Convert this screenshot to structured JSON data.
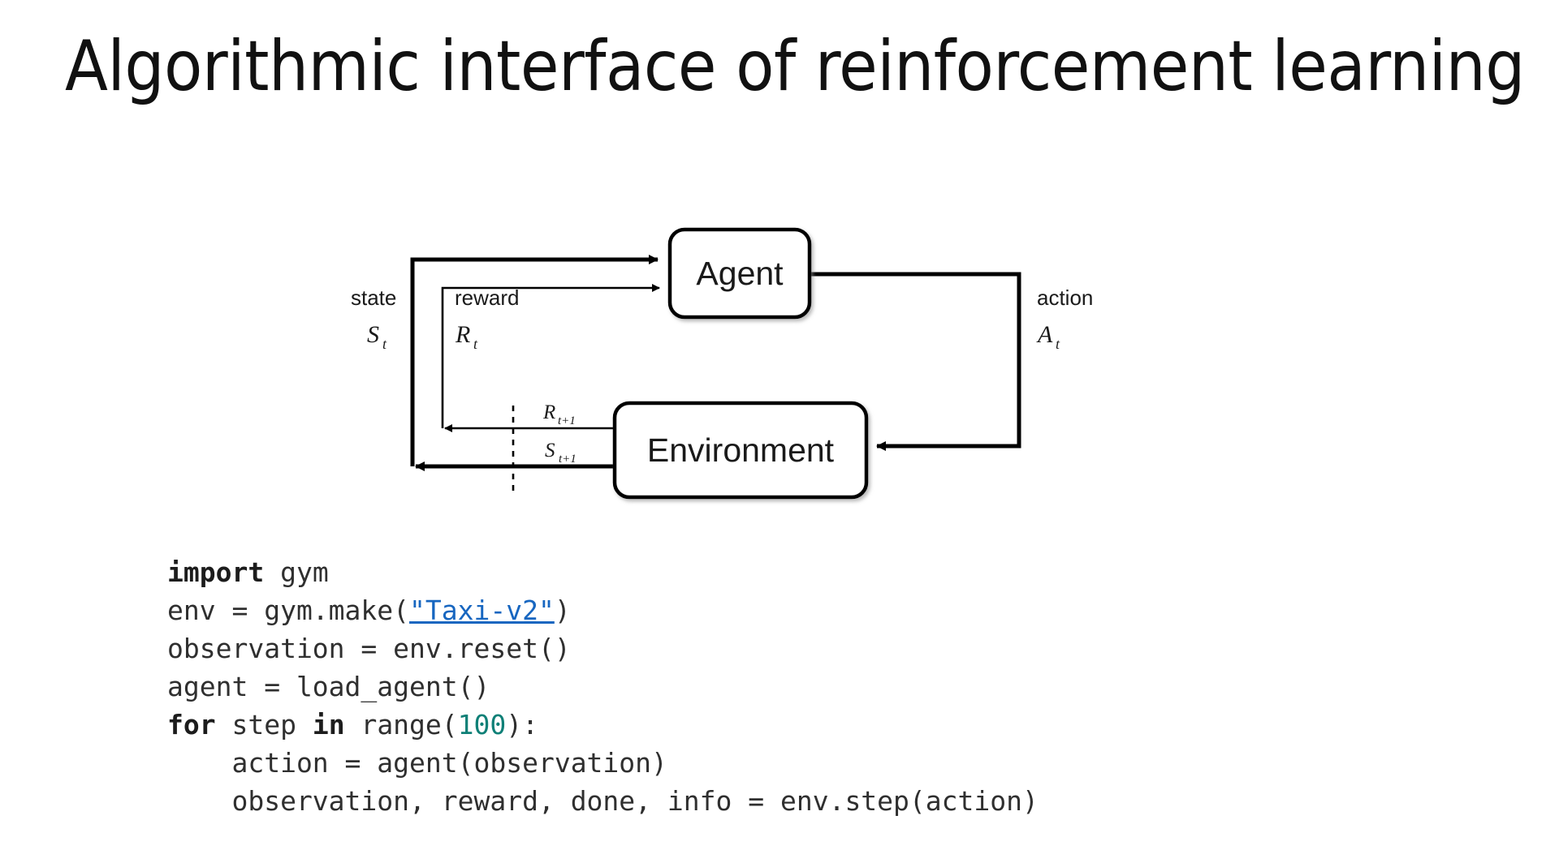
{
  "slide": {
    "title": "Algorithmic interface of reinforcement learning",
    "background_color": "#ffffff"
  },
  "diagram": {
    "name": "agent-environment-interaction-loop",
    "nodes": [
      {
        "id": "agent",
        "label": "Agent"
      },
      {
        "id": "environment",
        "label": "Environment"
      }
    ],
    "edge_labels": {
      "state_word": "state",
      "state_symbol": "S",
      "state_symbol_sub": "t",
      "reward_word": "reward",
      "reward_symbol": "R",
      "reward_symbol_sub": "t",
      "action_word": "action",
      "action_symbol": "A",
      "action_symbol_sub": "t",
      "next_reward_symbol": "R",
      "next_reward_sub": "t+1",
      "next_state_symbol": "S",
      "next_state_sub": "t+1"
    },
    "line_color": "#000000",
    "box_fill": "#ffffff"
  },
  "code": {
    "language": "python",
    "link_color": "#1766c0",
    "number_color": "#0f8077",
    "text_color": "#2f2f2f",
    "lines": [
      {
        "parts": [
          {
            "t": "import",
            "s": "kw"
          },
          {
            "t": " gym",
            "s": ""
          }
        ]
      },
      {
        "parts": [
          {
            "t": "env = gym.make(",
            "s": ""
          },
          {
            "t": "\"Taxi-v2\"",
            "s": "lnk"
          },
          {
            "t": ")",
            "s": ""
          }
        ]
      },
      {
        "parts": [
          {
            "t": "observation = env.reset()",
            "s": ""
          }
        ]
      },
      {
        "parts": [
          {
            "t": "agent = load_agent()",
            "s": ""
          }
        ]
      },
      {
        "parts": [
          {
            "t": "for",
            "s": "kw"
          },
          {
            "t": " step ",
            "s": ""
          },
          {
            "t": "in",
            "s": "kw"
          },
          {
            "t": " range(",
            "s": ""
          },
          {
            "t": "100",
            "s": "num"
          },
          {
            "t": "):",
            "s": ""
          }
        ]
      },
      {
        "parts": [
          {
            "t": "    action = agent(observation)",
            "s": ""
          }
        ]
      },
      {
        "parts": [
          {
            "t": "    observation, reward, done, info = env.step(action)",
            "s": ""
          }
        ]
      }
    ]
  }
}
